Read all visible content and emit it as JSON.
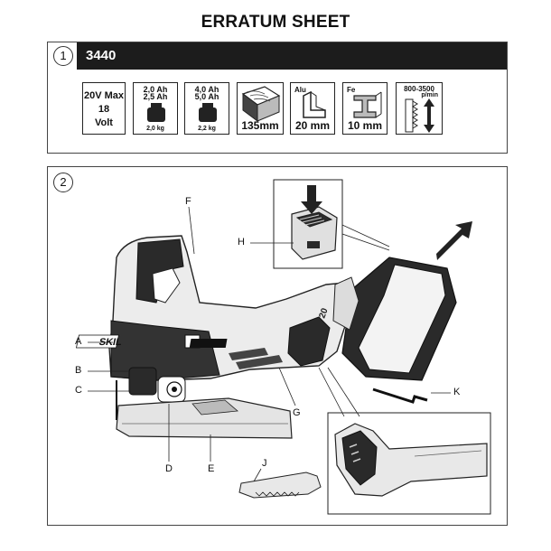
{
  "title": "ERRATUM SHEET",
  "panel1": {
    "number": "1",
    "model": "3440",
    "specs": [
      {
        "name": "voltage",
        "lines": [
          "20V Max",
          "18",
          "Volt"
        ]
      },
      {
        "name": "battery-2ah",
        "top": [
          "2,0 Ah",
          "2,5 Ah"
        ],
        "bottom": "2,0 kg",
        "icon": "weight-icon"
      },
      {
        "name": "battery-4ah",
        "top": [
          "4,0 Ah",
          "5,0 Ah"
        ],
        "bottom": "2,2 kg",
        "icon": "weight-icon"
      },
      {
        "name": "wood",
        "value": "135mm",
        "icon": "wood-icon"
      },
      {
        "name": "aluminium",
        "label": "Alu",
        "value": "20 mm",
        "icon": "alu-profile-icon"
      },
      {
        "name": "steel",
        "label": "Fe",
        "value": "10 mm",
        "icon": "steel-beam-icon"
      },
      {
        "name": "speed",
        "label": "800-3500",
        "label2": "p/min",
        "icon": "stroke-speed-icon"
      }
    ]
  },
  "panel2": {
    "number": "2",
    "callouts": [
      "A",
      "B",
      "C",
      "D",
      "E",
      "F",
      "G",
      "H",
      "J",
      "K"
    ]
  },
  "colors": {
    "bar": "#1c1c1c",
    "tool_body": "#e9e9e9",
    "tool_dark": "#2a2a2a",
    "line": "#222222"
  }
}
